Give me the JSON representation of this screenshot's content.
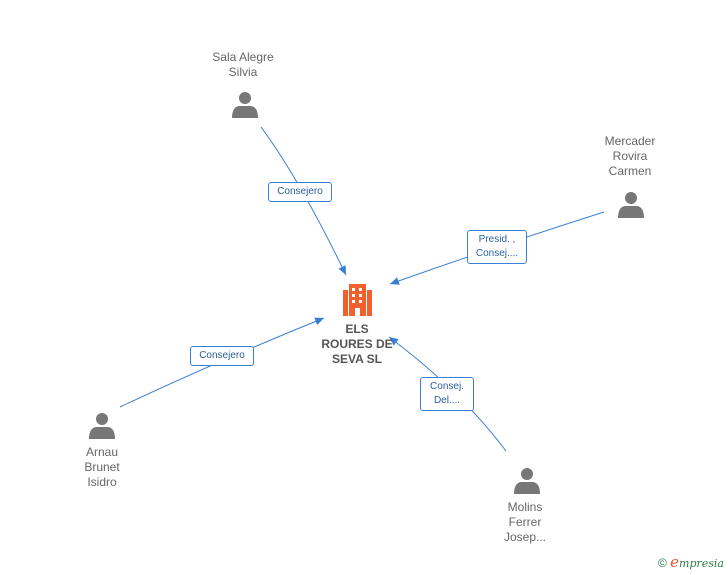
{
  "company": {
    "name_lines": [
      "ELS",
      "ROURES DE",
      "SEVA SL"
    ],
    "icon": "building-icon",
    "color": "#f2602d"
  },
  "people": [
    {
      "id": "sala",
      "name_lines": [
        "Sala Alegre",
        "Silvia"
      ],
      "icon": "person-icon"
    },
    {
      "id": "mercader",
      "name_lines": [
        "Mercader",
        "Rovira",
        "Carmen"
      ],
      "icon": "person-icon"
    },
    {
      "id": "arnau",
      "name_lines": [
        "Arnau",
        "Brunet",
        "Isidro"
      ],
      "icon": "person-icon"
    },
    {
      "id": "molins",
      "name_lines": [
        "Molins",
        "Ferrer",
        "Josep..."
      ],
      "icon": "person-icon"
    }
  ],
  "relations": [
    {
      "from": "sala",
      "label_lines": [
        "Consejero"
      ]
    },
    {
      "from": "mercader",
      "label_lines": [
        "Presid. ,",
        "Consej...."
      ]
    },
    {
      "from": "arnau",
      "label_lines": [
        "Consejero"
      ]
    },
    {
      "from": "molins",
      "label_lines": [
        "Consej.",
        "Del...."
      ]
    }
  ],
  "colors": {
    "edge": "#3a7fd4",
    "person": "#777777",
    "brand": "#2d7c4b"
  },
  "footer": {
    "copyright": "©",
    "brand_initial": "e",
    "brand_rest": "mpresia"
  }
}
